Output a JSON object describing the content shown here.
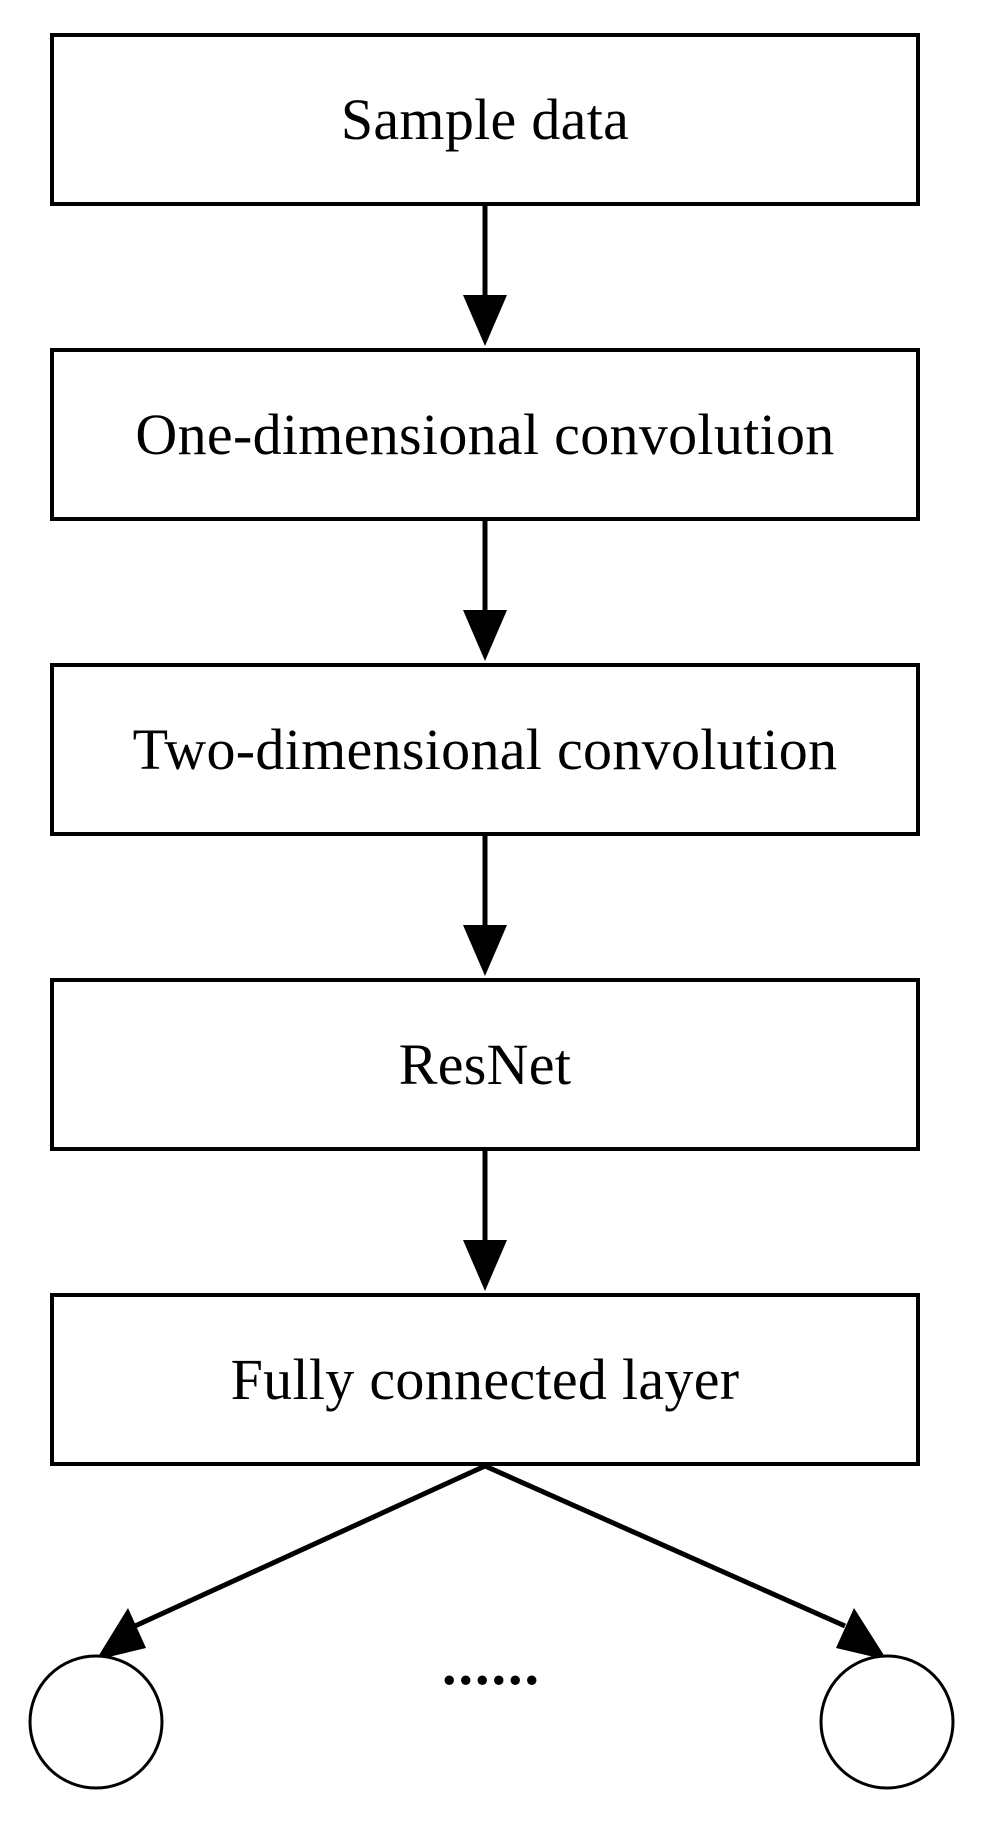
{
  "diagram": {
    "nodes": [
      {
        "id": "sample-data",
        "label": "Sample data"
      },
      {
        "id": "one-dimensional-convolution",
        "label": "One-dimensional convolution"
      },
      {
        "id": "two-dimensional-convolution",
        "label": "Two-dimensional convolution"
      },
      {
        "id": "resnet",
        "label": "ResNet"
      },
      {
        "id": "fully-connected-layer",
        "label": "Fully connected layer"
      }
    ],
    "edges": [
      {
        "from": "sample-data",
        "to": "one-dimensional-convolution"
      },
      {
        "from": "one-dimensional-convolution",
        "to": "two-dimensional-convolution"
      },
      {
        "from": "two-dimensional-convolution",
        "to": "resnet"
      },
      {
        "from": "resnet",
        "to": "fully-connected-layer"
      },
      {
        "from": "fully-connected-layer",
        "to": "output-node-first"
      },
      {
        "from": "fully-connected-layer",
        "to": "output-node-last"
      }
    ],
    "output_nodes": [
      "output-node-first",
      "output-node-last"
    ],
    "ellipsis": "......",
    "colors": {
      "stroke": "#000000",
      "fill": "#ffffff"
    }
  }
}
